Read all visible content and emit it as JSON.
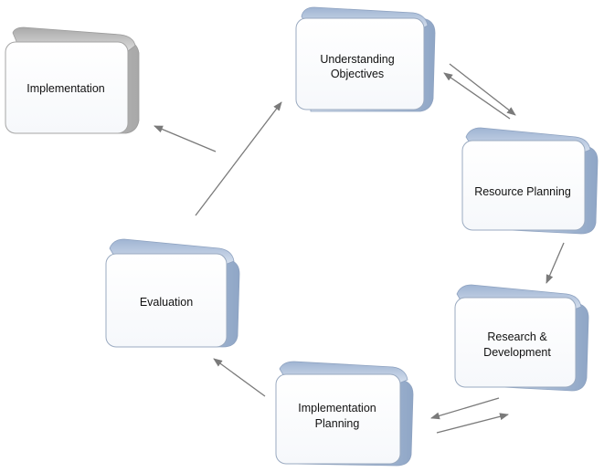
{
  "colors": {
    "box_face": "#ffffff",
    "box_side_blue": "#a9bbd6",
    "box_side_gray": "#b8b8b8",
    "box_outline": "#9aa7b8",
    "arrow": "#7a7a7a",
    "text": "#111111"
  },
  "boxes": {
    "implementation": {
      "lines": [
        "Implementation"
      ]
    },
    "understanding_objectives": {
      "lines": [
        "Understanding",
        "Objectives"
      ]
    },
    "resource_planning": {
      "lines": [
        "Resource Planning"
      ]
    },
    "research_development": {
      "lines": [
        "Research &",
        "Development"
      ]
    },
    "implementation_planning": {
      "lines": [
        "Implementation",
        "Planning"
      ]
    },
    "evaluation": {
      "lines": [
        "Evaluation"
      ]
    }
  }
}
